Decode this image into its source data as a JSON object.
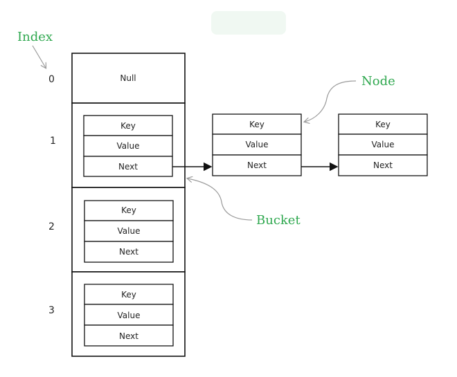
{
  "colors": {
    "annotation": "#2fa84f",
    "stroke": "#111111",
    "callout": "#9a9a9a"
  },
  "annotations": {
    "index": "Index",
    "node": "Node",
    "bucket": "Bucket"
  },
  "indices": [
    "0",
    "1",
    "2",
    "3"
  ],
  "buckets": [
    {
      "index": "0",
      "content": "Null"
    },
    {
      "index": "1",
      "fields": [
        "Key",
        "Value",
        "Next"
      ]
    },
    {
      "index": "2",
      "fields": [
        "Key",
        "Value",
        "Next"
      ]
    },
    {
      "index": "3",
      "fields": [
        "Key",
        "Value",
        "Next"
      ]
    }
  ],
  "chain_nodes": [
    {
      "fields": [
        "Key",
        "Value",
        "Next"
      ]
    },
    {
      "fields": [
        "Key",
        "Value",
        "Next"
      ]
    }
  ]
}
